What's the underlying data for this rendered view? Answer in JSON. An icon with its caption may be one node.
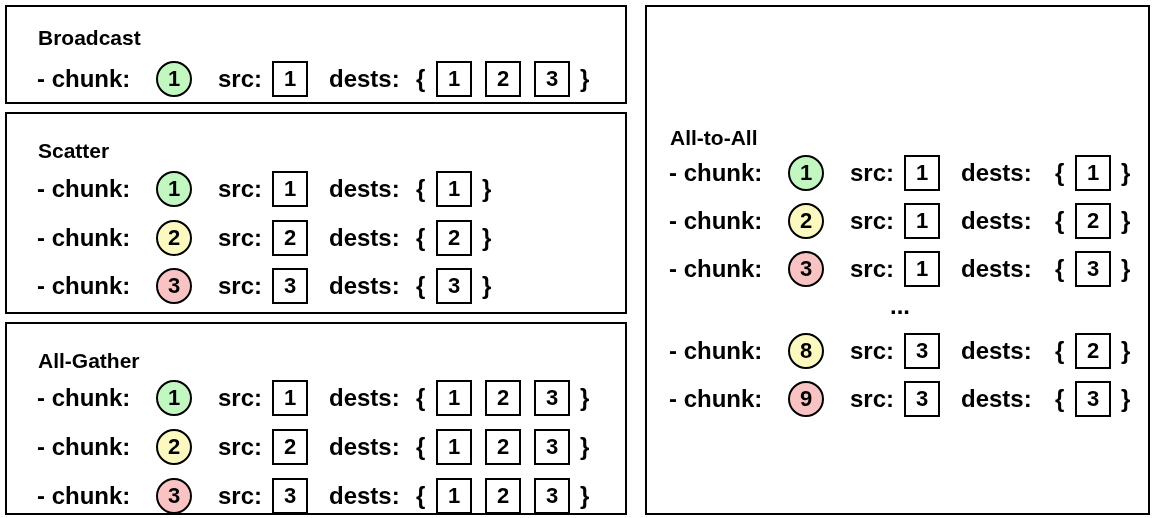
{
  "diagram": {
    "nodes": [
      {
        "text": [
          "Broadcast"
        ]
      },
      {
        "text": [
          "1"
        ],
        "in": 0
      },
      {
        "text": [
          "1"
        ],
        "in": 0
      },
      {
        "text": [
          "1"
        ],
        "in": 0
      },
      {
        "text": [
          "2"
        ],
        "in": 0
      },
      {
        "text": [
          "3"
        ],
        "in": 0
      },
      {
        "text": [
          "Scatter"
        ]
      },
      {
        "text": [
          "1"
        ],
        "in": 6
      },
      {
        "text": [
          "1"
        ],
        "in": 6
      },
      {
        "text": [
          "1"
        ],
        "in": 6
      },
      {
        "text": [
          "2"
        ],
        "in": 6
      },
      {
        "text": [
          "2"
        ],
        "in": 6
      },
      {
        "text": [
          "2"
        ],
        "in": 6
      },
      {
        "text": [
          "3"
        ],
        "in": 6
      },
      {
        "text": [
          "3"
        ],
        "in": 6
      },
      {
        "text": [
          "3"
        ],
        "in": 6
      },
      {
        "text": [
          "All-Gather"
        ]
      },
      {
        "text": [
          "1"
        ],
        "in": 16
      },
      {
        "text": [
          "1"
        ],
        "in": 16
      },
      {
        "text": [
          "1"
        ],
        "in": 16
      },
      {
        "text": [
          "2"
        ],
        "in": 16
      },
      {
        "text": [
          "3"
        ],
        "in": 16
      },
      {
        "text": [
          "2"
        ],
        "in": 16
      },
      {
        "text": [
          "2"
        ],
        "in": 16
      },
      {
        "text": [
          "1"
        ],
        "in": 16
      },
      {
        "text": [
          "2"
        ],
        "in": 16
      },
      {
        "text": [
          "3"
        ],
        "in": 16
      },
      {
        "text": [
          "3"
        ],
        "in": 16
      },
      {
        "text": [
          "3"
        ],
        "in": 16
      },
      {
        "text": [
          "1"
        ],
        "in": 16
      },
      {
        "text": [
          "2"
        ],
        "in": 16
      },
      {
        "text": [
          "3"
        ],
        "in": 16
      },
      {
        "text": [
          "All-to-All"
        ]
      },
      {
        "text": [
          "1"
        ],
        "in": 32
      },
      {
        "text": [
          "1"
        ],
        "in": 32
      },
      {
        "text": [
          "1"
        ],
        "in": 32
      },
      {
        "text": [
          "2"
        ],
        "in": 32
      },
      {
        "text": [
          "1"
        ],
        "in": 32
      },
      {
        "text": [
          "2"
        ],
        "in": 32
      },
      {
        "text": [
          "3"
        ],
        "in": 32
      },
      {
        "text": [
          "1"
        ],
        "in": 32
      },
      {
        "text": [
          "3"
        ],
        "in": 32
      },
      {
        "text": [
          "8"
        ],
        "in": 32
      },
      {
        "text": [
          "3"
        ],
        "in": 32
      },
      {
        "text": [
          "2"
        ],
        "in": 32
      },
      {
        "text": [
          "9"
        ],
        "in": 32
      },
      {
        "text": [
          "3"
        ],
        "in": 32
      },
      {
        "text": [
          "3"
        ],
        "in": 32
      }
    ],
    "labels": [
      "- chunk:",
      "src:",
      "dests:",
      "{",
      "}",
      "- chunk:",
      "src:",
      "dests:",
      "{",
      "}",
      "- chunk:",
      "src:",
      "dests:",
      "{",
      "}",
      "- chunk:",
      "src:",
      "dests:",
      "{",
      "}",
      "- chunk:",
      "src:",
      "dests:",
      "{",
      "}",
      "- chunk:",
      "src:",
      "dests:",
      "{",
      "}",
      "- chunk:",
      "src:",
      "dests:",
      "{",
      "}",
      "- chunk:",
      "src:",
      "dests:",
      "{",
      "}",
      "- chunk:",
      "src:",
      "dests:",
      "{",
      "}",
      "- chunk:",
      "src:",
      "dests:",
      "{",
      "}",
      "...",
      "- chunk:",
      "src:",
      "dests:",
      "{",
      "}",
      "- chunk:",
      "src:",
      "dests:",
      "{",
      "}"
    ]
  }
}
